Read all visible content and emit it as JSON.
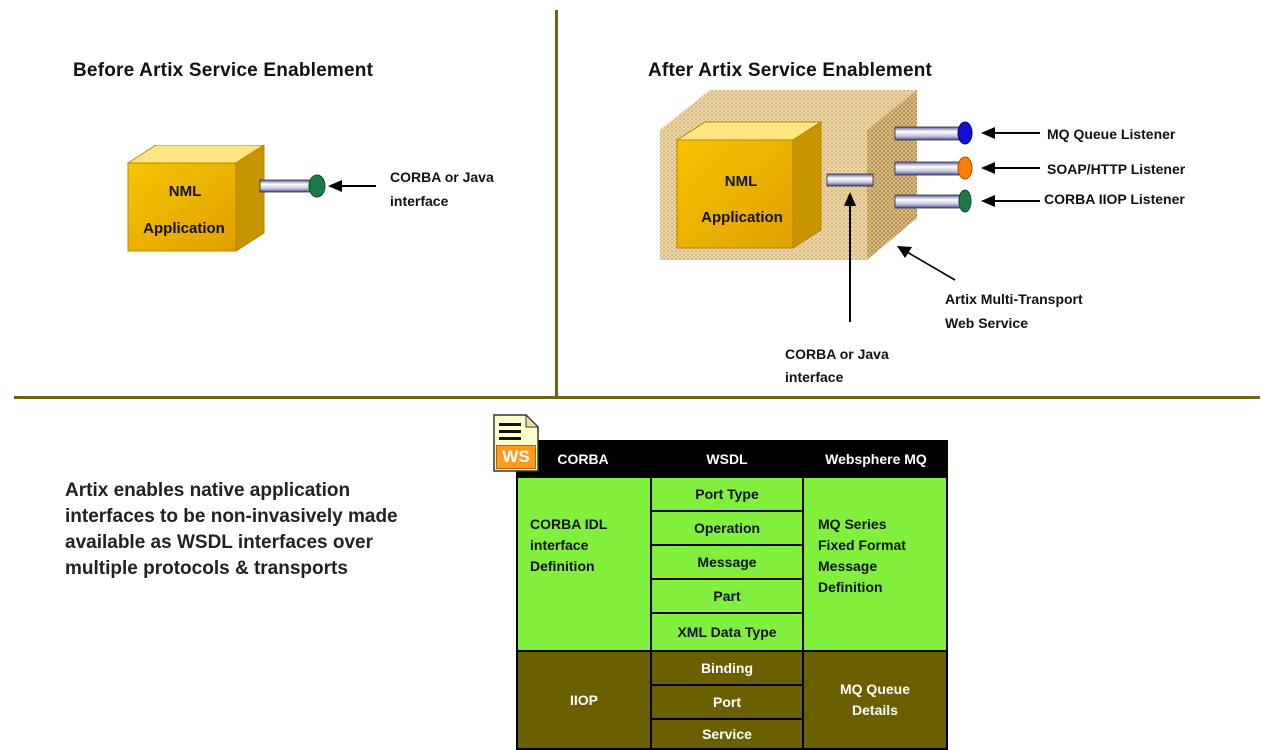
{
  "before": {
    "title": "Before Artix Service Enablement",
    "app_line1": "NML",
    "app_line2": "Application",
    "iface_line1": "CORBA or Java",
    "iface_line2": "interface"
  },
  "after": {
    "title": "After Artix Service Enablement",
    "app_line1": "NML",
    "app_line2": "Application",
    "listeners": [
      "MQ Queue Listener",
      "SOAP/HTTP Listener",
      "CORBA IIOP Listener"
    ],
    "artix_line1": "Artix Multi-Transport",
    "artix_line2": "Web Service",
    "iface_line1": "CORBA or Java",
    "iface_line2": "interface"
  },
  "summary": {
    "lines": [
      "Artix enables native application",
      "interfaces to be non-invasively made",
      "available as WSDL interfaces over",
      "multiple protocols & transports"
    ]
  },
  "ws_icon_label": "WS",
  "table": {
    "headers": [
      "CORBA",
      "WSDL",
      "Websphere MQ"
    ],
    "corba_def": [
      "CORBA IDL",
      "interface",
      "Definition"
    ],
    "wsdl_upper": [
      "Port Type",
      "Operation",
      "Message",
      "Part",
      "XML Data Type"
    ],
    "mq_def": [
      "MQ Series",
      "Fixed Format",
      "Message",
      "Definition"
    ],
    "corba_transport": "IIOP",
    "wsdl_lower": [
      "Binding",
      "Port",
      "Service"
    ],
    "mq_transport": [
      "MQ Queue",
      "Details"
    ]
  },
  "colors": {
    "box_front": "#f0b400",
    "box_side": "#b88600",
    "divider": "#6b6414",
    "table_green": "#80f03c",
    "table_olive": "#6b6000",
    "connector_blue": "#1010d0",
    "connector_orange": "#ff8000",
    "connector_green": "#1a7a4a"
  }
}
